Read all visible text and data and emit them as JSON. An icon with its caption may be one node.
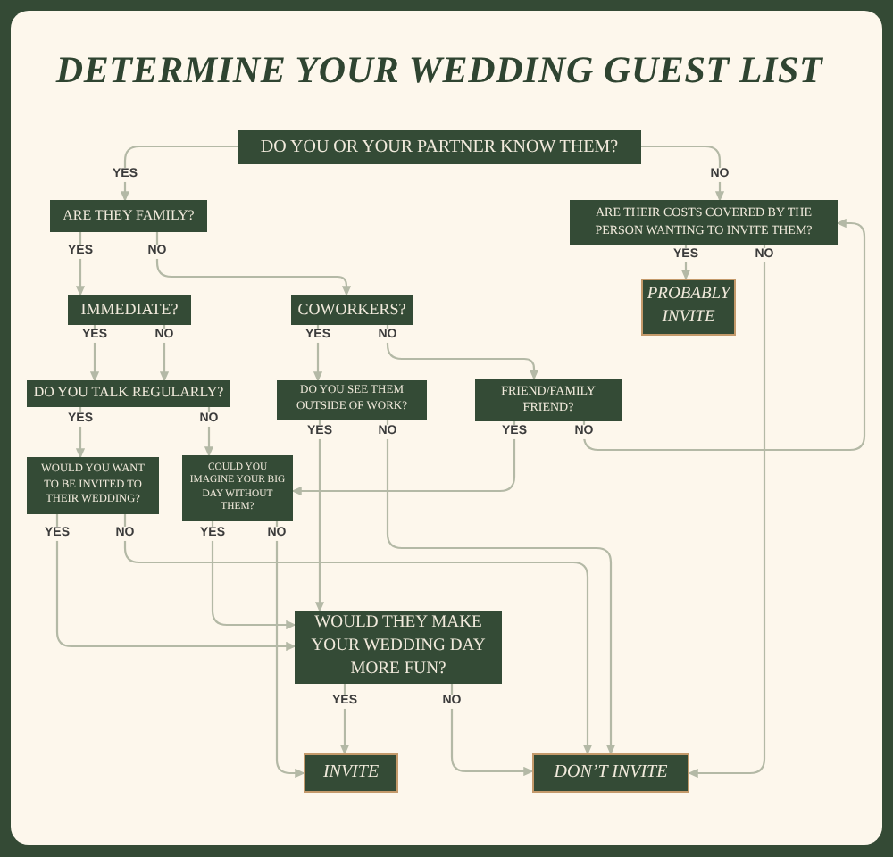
{
  "diagram": {
    "title": "DETERMINE YOUR WEDDING GUEST LIST",
    "nodes": [
      {
        "text": [
          "DO YOU OR YOUR PARTNER KNOW THEM?"
        ]
      },
      {
        "text": [
          "ARE THEY FAMILY?"
        ]
      },
      {
        "text": [
          "ARE THEIR COSTS COVERED BY THE PERSON WANTING TO INVITE THEM?"
        ]
      },
      {
        "text": [
          "PROBABLY INVITE"
        ]
      },
      {
        "text": [
          "IMMEDIATE?"
        ]
      },
      {
        "text": [
          "COWORKERS?"
        ]
      },
      {
        "text": [
          "DO YOU TALK REGULARLY?"
        ]
      },
      {
        "text": [
          "DO YOU SEE THEM OUTSIDE OF WORK?"
        ]
      },
      {
        "text": [
          "FRIEND/FAMILY FRIEND?"
        ]
      },
      {
        "text": [
          "WOULD YOU WANT TO BE INVITED TO THEIR WEDDING?"
        ]
      },
      {
        "text": [
          "COULD YOU IMAGINE YOUR BIG DAY WITHOUT THEM?"
        ]
      },
      {
        "text": [
          "WOULD THEY MAKE YOUR WEDDING DAY MORE FUN?"
        ]
      },
      {
        "text": [
          "INVITE"
        ]
      },
      {
        "text": [
          "DON’T INVITE"
        ]
      }
    ],
    "edges": [
      {
        "from": 0,
        "to": 1,
        "arrow": "to",
        "label": "YES"
      },
      {
        "from": 0,
        "to": 2,
        "arrow": "to",
        "label": "NO"
      },
      {
        "from": 1,
        "to": 4,
        "arrow": "to",
        "label": "YES"
      },
      {
        "from": 1,
        "to": 5,
        "arrow": "to",
        "label": "NO"
      },
      {
        "from": 2,
        "to": 3,
        "arrow": "to",
        "label": "YES"
      },
      {
        "from": 2,
        "to": 13,
        "arrow": "to",
        "label": "NO"
      },
      {
        "from": 4,
        "to": 6,
        "arrow": "to",
        "label": "YES"
      },
      {
        "from": 4,
        "to": 6,
        "arrow": "to",
        "label": "NO"
      },
      {
        "from": 5,
        "to": 7,
        "arrow": "to",
        "label": "YES"
      },
      {
        "from": 5,
        "to": 8,
        "arrow": "to",
        "label": "NO"
      },
      {
        "from": 6,
        "to": 9,
        "arrow": "to",
        "label": "YES"
      },
      {
        "from": 6,
        "to": 10,
        "arrow": "to",
        "label": "NO"
      },
      {
        "from": 7,
        "to": 11,
        "arrow": "to",
        "label": "YES"
      },
      {
        "from": 7,
        "to": 13,
        "arrow": "to",
        "label": "NO"
      },
      {
        "from": 8,
        "to": 10,
        "arrow": "to",
        "label": "YES"
      },
      {
        "from": 8,
        "to": 2,
        "arrow": "to",
        "label": "NO"
      },
      {
        "from": 9,
        "to": 11,
        "arrow": "to",
        "label": "YES"
      },
      {
        "from": 9,
        "to": 13,
        "arrow": "to",
        "label": "NO"
      },
      {
        "from": 10,
        "to": 11,
        "arrow": "to",
        "label": "YES"
      },
      {
        "from": 10,
        "to": 12,
        "arrow": "to",
        "label": "NO"
      },
      {
        "from": 11,
        "to": 12,
        "arrow": "to",
        "label": "YES"
      },
      {
        "from": 11,
        "to": 13,
        "arrow": "to",
        "label": "NO"
      }
    ]
  }
}
